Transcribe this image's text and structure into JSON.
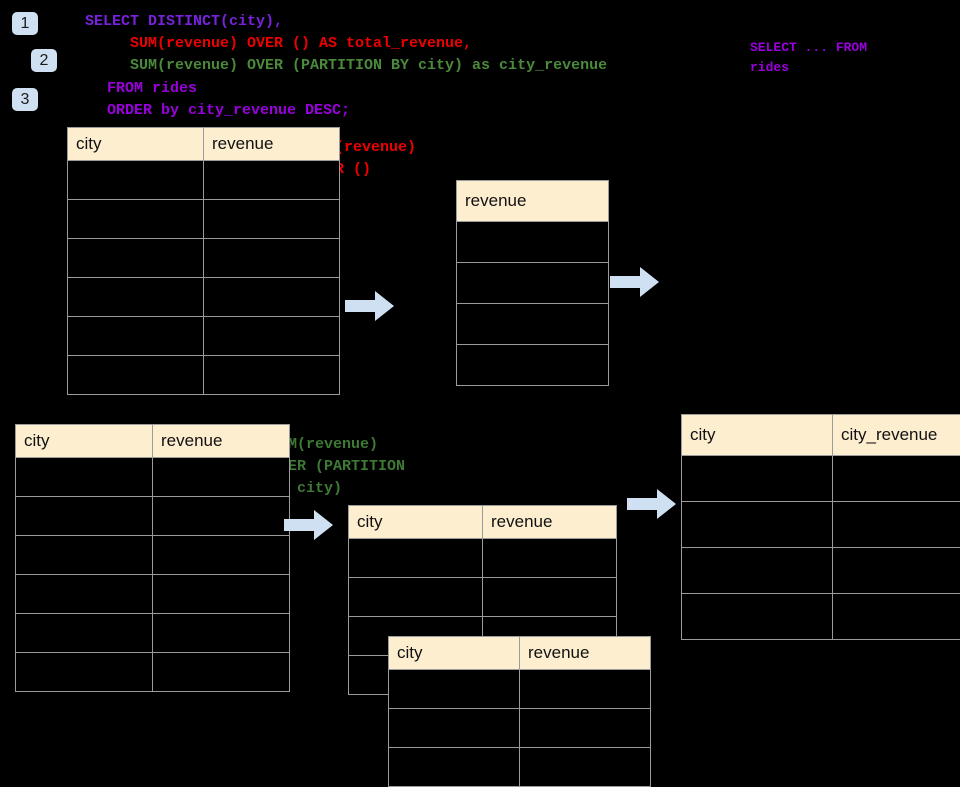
{
  "steps": [
    {
      "label": "1"
    },
    {
      "label": "2"
    },
    {
      "label": "3"
    }
  ],
  "sql": {
    "line1": "SELECT DISTINCT(city),",
    "line2": "SUM(revenue) OVER () AS total_revenue,",
    "line3": "SUM(revenue) OVER (PARTITION BY city) as city_revenue",
    "line4": "FROM rides",
    "line5": "ORDER by city_revenue DESC;",
    "colors": {
      "purple": "#7722dd",
      "red": "#ee0000",
      "green": "#4a8a3a",
      "magenta": "#9900dd"
    }
  },
  "annotations": {
    "select_from": "SELECT ... FROM\nrides",
    "over_empty": "SUM(revenue)\nOVER ()",
    "over_partition": "SUM(revenue)\nOVER (PARTITION\nBY city)"
  },
  "tables": {
    "rides_top": {
      "headers": [
        "city",
        "revenue"
      ],
      "row_count": 6,
      "rows": [
        [
          "",
          ""
        ],
        [
          "",
          ""
        ],
        [
          "",
          ""
        ],
        [
          "",
          ""
        ],
        [
          "",
          ""
        ],
        [
          "",
          ""
        ]
      ]
    },
    "total_revenue": {
      "headers": [
        "revenue"
      ],
      "row_count": 4,
      "rows": [
        [
          ""
        ],
        [
          ""
        ],
        [
          ""
        ],
        [
          ""
        ]
      ]
    },
    "rides_bottom": {
      "headers": [
        "city",
        "revenue"
      ],
      "row_count": 6,
      "rows": [
        [
          "",
          ""
        ],
        [
          "",
          ""
        ],
        [
          "",
          ""
        ],
        [
          "",
          ""
        ],
        [
          "",
          ""
        ],
        [
          "",
          ""
        ]
      ]
    },
    "partition_a": {
      "headers": [
        "city",
        "revenue"
      ],
      "row_count": 4,
      "rows": [
        [
          "",
          ""
        ],
        [
          "",
          ""
        ],
        [
          "",
          ""
        ],
        [
          "",
          ""
        ]
      ]
    },
    "partition_b": {
      "headers": [
        "city",
        "revenue"
      ],
      "row_count": 3,
      "rows": [
        [
          "",
          ""
        ],
        [
          "",
          ""
        ],
        [
          "",
          ""
        ]
      ]
    },
    "result": {
      "headers": [
        "city",
        "city_revenue"
      ],
      "row_count": 4,
      "rows": [
        [
          "",
          ""
        ],
        [
          "",
          ""
        ],
        [
          "",
          ""
        ],
        [
          "",
          ""
        ]
      ]
    }
  },
  "arrows": {
    "color": "#cfe0f2",
    "count": 4
  },
  "theme": {
    "background": "#000000",
    "header_fill": "#fdeed0",
    "grid_line": "#9b9b9b",
    "badge_fill": "#cfe0f2",
    "arrow_fill": "#cfe0f2"
  }
}
